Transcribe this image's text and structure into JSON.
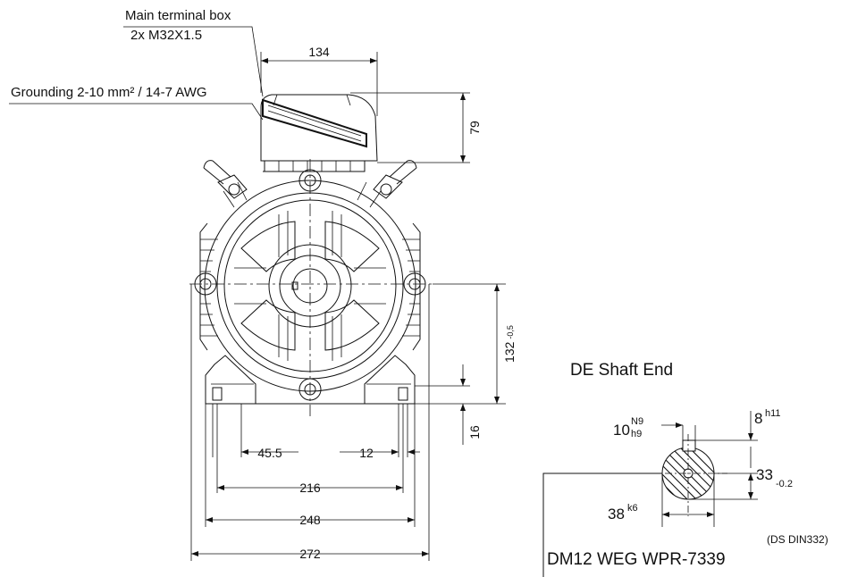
{
  "annotations": {
    "terminal_box_line1": "Main terminal box",
    "terminal_box_line2": "2x M32X1.5",
    "grounding": "Grounding 2-10 mm² / 14-7 AWG"
  },
  "dimensions": {
    "box_width": "134",
    "box_height": "79",
    "shaft_height": "132",
    "shaft_height_tol": "-0,5",
    "foot_height": "16",
    "hole_offset": "45.5",
    "foot_hole_width": "12",
    "hole_spacing": "216",
    "foot_span": "248",
    "overall_width": "272"
  },
  "shaft_end": {
    "title": "DE Shaft End",
    "key_width": "10",
    "key_width_tol_upper": "N9",
    "key_width_tol_lower": "h9",
    "key_height": "8",
    "key_height_tol": "h11",
    "shaft_dim": "33",
    "shaft_dim_tol": "-0.2",
    "shaft_diameter": "38",
    "shaft_diameter_tol": "k6",
    "standard": "(DS DIN332)"
  },
  "title_block": {
    "model": "DM12 WEG WPR-7339"
  }
}
